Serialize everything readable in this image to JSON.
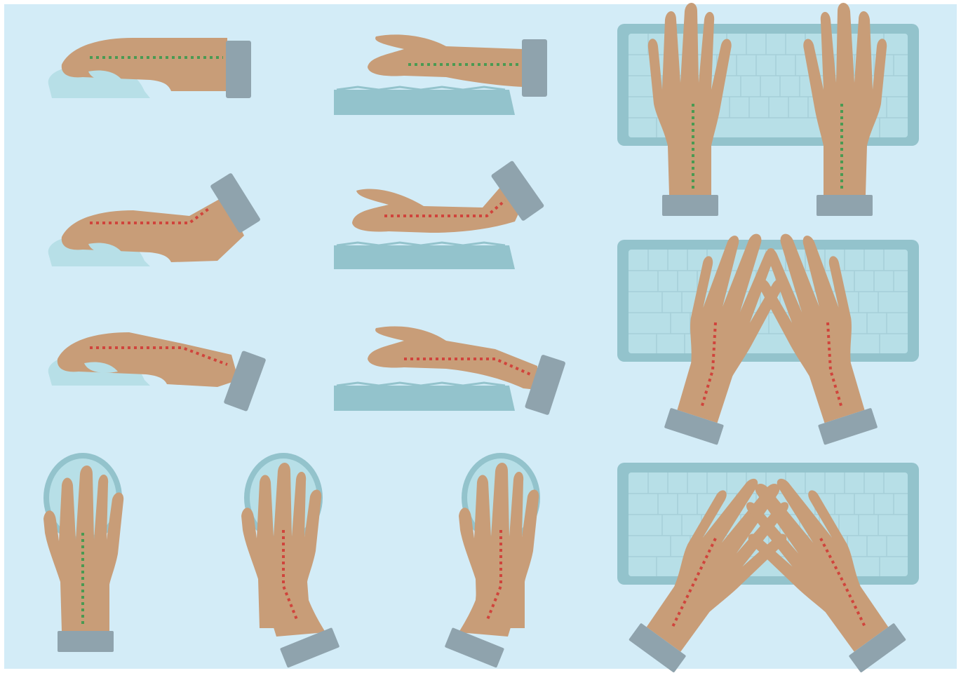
{
  "colors": {
    "page_border": "#ffffff",
    "background": "#d3ecf7",
    "skin": "#c89d78",
    "sleeve": "#8fa3ad",
    "device_light": "#b7dfe7",
    "device_dark": "#93c3cc",
    "key_outline": "#a6cfd8",
    "good_line": "#4a9a52",
    "bad_line": "#d0443c"
  },
  "panels": [
    {
      "device": "mouse",
      "view": "side",
      "wrist": "neutral",
      "line_color": "good_line"
    },
    {
      "device": "mouse",
      "view": "side",
      "wrist": "bent-up",
      "line_color": "bad_line"
    },
    {
      "device": "mouse",
      "view": "side",
      "wrist": "bent-down",
      "line_color": "bad_line"
    },
    {
      "device": "keyboard",
      "view": "side",
      "wrist": "neutral",
      "line_color": "good_line"
    },
    {
      "device": "keyboard",
      "view": "side",
      "wrist": "bent-up",
      "line_color": "bad_line"
    },
    {
      "device": "keyboard",
      "view": "side",
      "wrist": "bent-down",
      "line_color": "bad_line"
    },
    {
      "device": "keyboard",
      "view": "top",
      "wrist": "neutral",
      "line_color": "good_line"
    },
    {
      "device": "keyboard",
      "view": "top",
      "wrist": "rotated",
      "line_color": "bad_line"
    },
    {
      "device": "keyboard",
      "view": "top",
      "wrist": "rotated-strong",
      "line_color": "bad_line"
    },
    {
      "device": "mouse",
      "view": "top",
      "wrist": "neutral",
      "line_color": "good_line"
    },
    {
      "device": "mouse",
      "view": "top",
      "wrist": "rotated-right",
      "line_color": "bad_line"
    },
    {
      "device": "mouse",
      "view": "top",
      "wrist": "rotated-left",
      "line_color": "bad_line"
    }
  ]
}
